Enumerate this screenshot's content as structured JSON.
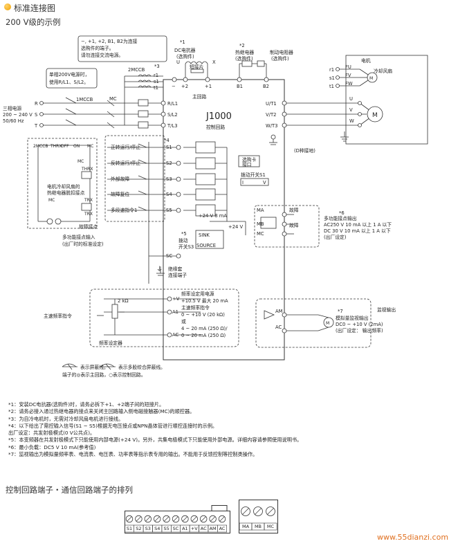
{
  "header": {
    "section_title": "标准连接图",
    "subtitle": "200 V级的示例"
  },
  "callouts": {
    "terminal_note": [
      "−, +1, +2, B1, B2为连接",
      "选购件的端子。",
      "请勿连接交流电源。"
    ],
    "single_phase_note": [
      "单相200V电源时，",
      "使用R/L1、S/L2。"
    ],
    "dc_reactor": [
      "DC电抗器",
      "(选购件)"
    ],
    "short_bar": "短接片",
    "thermal_relay": [
      "热继电器",
      "(选购件)"
    ],
    "braking_resistor": [
      "制动电阻器",
      "(选购件)"
    ],
    "main_circuit": "主回路",
    "control_circuit": "控制回路",
    "model": "J1000",
    "motor": "电机",
    "cooling_fan": "冷却风扇",
    "ground_d": "(D种接地)",
    "option_card": [
      "选购卡",
      "接口"
    ],
    "dip_switch": "拨动开关S1",
    "dip_i": "I",
    "dip_v": "V",
    "sink": "SINK",
    "source": "SOURCE",
    "dip_s3": [
      "拨动",
      "开关S3"
    ],
    "fault_label": "故障",
    "shield_sleeve": [
      "绝缘套",
      "连接端子"
    ],
    "main_freq_cmd": "主速频率指令",
    "freq_setter": "频率设定器",
    "monitor_output": "监视输出",
    "power_source": [
      "三相电源",
      "200 ~ 240 V",
      "50/60 Hz"
    ],
    "thermal_contact": [
      "电机冷却风扇的",
      "热继电器脱扣接点"
    ],
    "fault_contact": "故障接点",
    "multi_contact_input": [
      "多功能接点输入",
      "(出厂时的标准设定)"
    ],
    "multi_contact_output": [
      "多功能接点输出",
      "AC250 V 10 mA 以上 1 A 以下",
      "DC  30 V 10 mA 以上 1 A 以下",
      "(出厂设定)"
    ],
    "analog_output": [
      "模拟量监视输出",
      "DC0 ~ +10 V (2mA)",
      "(出厂设定： 输出频率)"
    ],
    "freq_power": [
      "频率设定用电源",
      "+10.5 V 最大 20 mA",
      "主速频率指令",
      "0 ~ +10 V  (20 kΩ)",
      "或",
      "4 ~ 20 mA  (250 Ω)/",
      "0 ~ 20 mA  (250 Ω)"
    ],
    "v24_8ma": "+24 V 8 mA",
    "v24": "+24 V",
    "two_k": "2 kΩ",
    "legend_shield": "表示屏蔽线。",
    "legend_twisted": "表示多股绞合屏蔽线。",
    "legend_terminals": "端子的◎表示主回路，○表示控制回路。"
  },
  "note_refs": [
    "*1",
    "*2",
    "*3",
    "*4",
    "*5",
    "*6",
    "*7"
  ],
  "inputs": [
    {
      "label": "正转运行/停止",
      "terminal": "S1"
    },
    {
      "label": "反转运行/停止",
      "terminal": "S2"
    },
    {
      "label": "外部故障",
      "terminal": "S3"
    },
    {
      "label": "故障复位",
      "terminal": "S4"
    },
    {
      "label": "多段速指令1",
      "terminal": "S5"
    }
  ],
  "terminals": {
    "power": [
      "R/L1",
      "S/L2",
      "T/L3"
    ],
    "output": [
      "U/T1",
      "V/T2",
      "W/T3"
    ],
    "dc_bus": [
      "−",
      "+1",
      "+2",
      "B1",
      "B2"
    ],
    "sc": "SC",
    "analog": [
      "+V",
      "A1",
      "AC"
    ],
    "relay": [
      "MA",
      "MB",
      "MC"
    ],
    "monitor": [
      "AM",
      "AC"
    ],
    "line_labels": [
      "R",
      "S",
      "T"
    ],
    "motor_labels": [
      "U",
      "V",
      "W"
    ],
    "reactor_labels": [
      "U",
      "X"
    ],
    "breakers": [
      "1MCCB",
      "2MCCB",
      "MC",
      "THRX",
      "TRX",
      "OFF",
      "ON"
    ],
    "fan_terminals": [
      "r1",
      "s1",
      "t1"
    ],
    "fan_windings": [
      "FU",
      "FV",
      "FW"
    ],
    "motor_symbol": "M",
    "ground_symbol": "⏚"
  },
  "notes": [
    "*1：安装DC电抗器(选购件)时，请务必拆下+1、+2端子间的短接片。",
    "*2：请务必接入通过热继电器的接点来关闭主回路输入侧电磁接触器(MC)的顺控器。",
    "*3：为自冷电机时，无需对冷却风扇电机进行接线。",
    "*4：以下给出了需控输入信号(S1 ~ S5)根据无电压接点或NPN晶体管进行顺控连接时的示例。",
    "     出厂设定：共发射极模式(0 V公共点)。",
    "*5：本变频器在共发射极模式下只能使用内部电源(+24 V)。另外，共集电极模式下只能使用外部电源。详细内容请参照使用说明书。",
    "*6：最小负载：DC5 V 10 mA(参考值)",
    "*7：监视输出为模拟量频率表、电流表、电压表、功率表等指示表专用的输出。不能用于反馈控制等控制类操作。"
  ],
  "section2_title": "控制回路端子・通信回路端子的排列",
  "terminal_block_1": [
    "S1",
    "S2",
    "S3",
    "S4",
    "S5",
    "SC",
    "A1",
    "+V",
    "AC",
    "AM",
    "AC"
  ],
  "terminal_block_2": [
    "MA",
    "MB",
    "MC"
  ],
  "watermark": "www.55dianzi.com"
}
